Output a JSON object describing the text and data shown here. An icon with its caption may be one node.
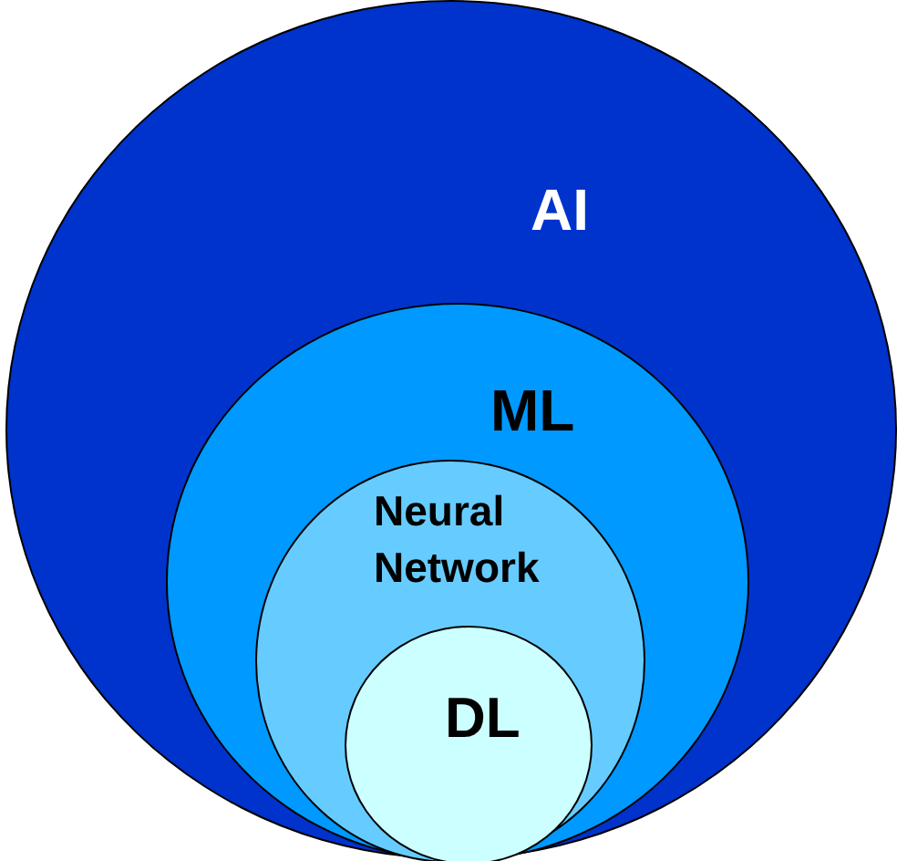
{
  "diagram": {
    "nodes": [
      {
        "text": [
          "AI"
        ]
      },
      {
        "text": [
          "ML"
        ],
        "in": 0
      },
      {
        "text": [
          "Neural Network"
        ],
        "in": 1
      },
      {
        "text": [
          "DL"
        ],
        "in": 2
      }
    ]
  }
}
